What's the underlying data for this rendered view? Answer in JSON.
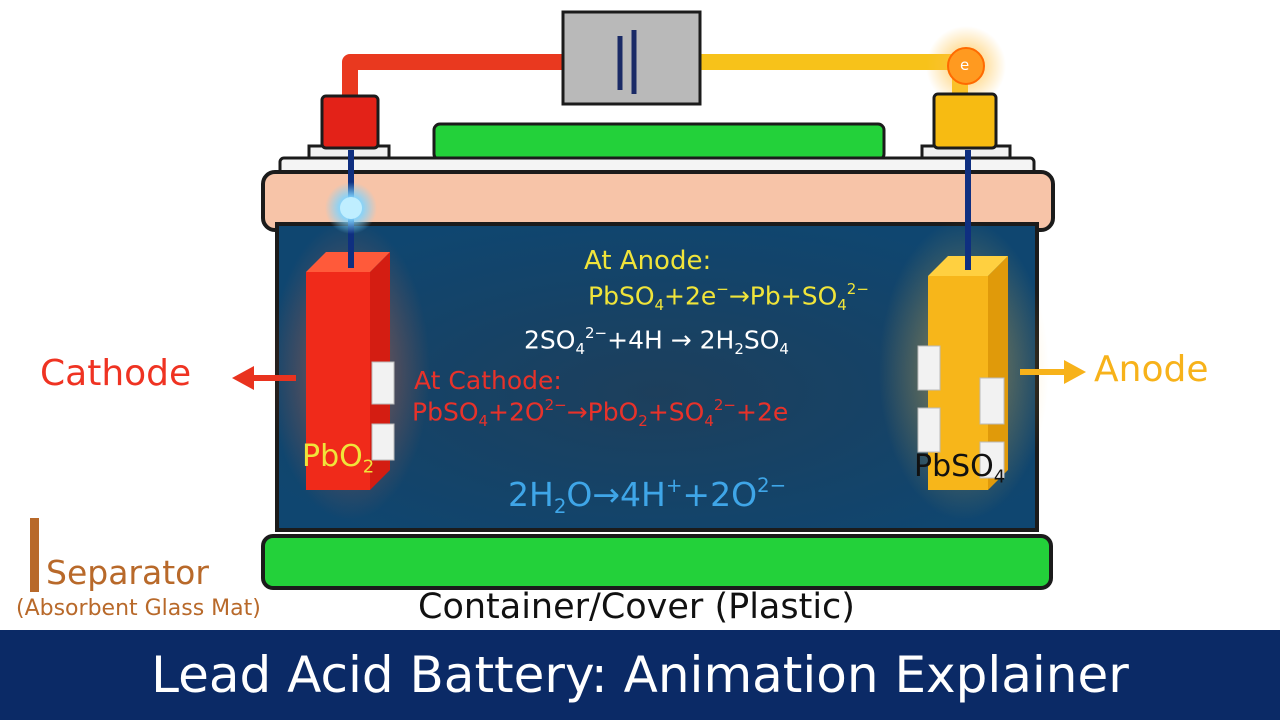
{
  "title": "Lead Acid Battery: Animation Explainer",
  "labels": {
    "cathode": "Cathode",
    "anode": "Anode",
    "pbo2": "PbO",
    "pbo2_sub": "2",
    "pbso4": "PbSO",
    "pbso4_sub": "4",
    "separator": "Separator",
    "separator_sub": "(Absorbent Glass Mat)",
    "container": "Container/Cover (Plastic)",
    "electron": "e"
  },
  "equations": {
    "anode_heading": "At Anode:",
    "anode_reaction": "PbSO4+2e−→Pb+SO42−",
    "middle_reaction": "2SO42−+4H → 2H2SO4",
    "cathode_heading": "At Cathode:",
    "cathode_reaction": "PbSO4+2O2−→PbO2+SO42−+2e",
    "water_reaction": "2H2O→4H++2O2−"
  },
  "colors": {
    "cathode": "#ef3322",
    "anode": "#f7b21a",
    "electrolyte": "#123e66",
    "cover": "#f7c4a8",
    "plastic": "#23d13a",
    "title_bar": "#0b2a66",
    "anode_text": "#f0e43a",
    "cathode_text": "#e8322a",
    "water_text": "#3fa6e8",
    "separator": "#b8692a"
  }
}
